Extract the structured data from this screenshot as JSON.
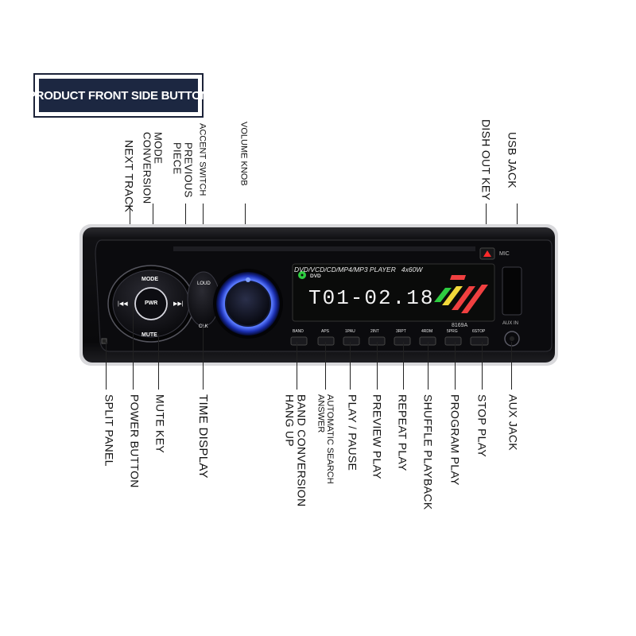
{
  "title": "PRODUCT FRONT SIDE BUTTON",
  "device": {
    "model_banner": "DVD/VCD/CD/MP4/MP3 PLAYER   4x60W",
    "display_logo": "DVD",
    "display_readout": "T01-02.18",
    "model_number": "8169A",
    "buttons": {
      "mode": "MODE",
      "pwr": "PWR",
      "mute": "MUTE",
      "loud": "LOUD",
      "clk": "CLK",
      "prev": "|◀◀",
      "next": "▶▶|",
      "mic": "MIC",
      "aux_in": "AUX IN",
      "band": "BAND",
      "aps": "APS",
      "p1": "1PAU",
      "p2": "2INT",
      "p3": "3RPT",
      "p4": "4RDM",
      "p5": "5PRG",
      "p6": "6STOP"
    }
  },
  "labels_top": {
    "next_track": "NEXT TRACK",
    "mode_conversion": [
      "MODE",
      "CONVERSION"
    ],
    "previous_piece": [
      "PREVIOUS",
      "PIECE"
    ],
    "accent_switch": "ACCENT SWITCH",
    "volume_knob": "VOLUME KNOB",
    "dish_out_key": "DISH OUT KEY",
    "usb_jack": "USB JACK"
  },
  "labels_bottom": {
    "split_panel": "SPLIT PANEL",
    "power_button": "POWER BUTTON",
    "mute_key": "MUTE KEY",
    "time_display": "TIME DISPLAY",
    "band_conversion": [
      "BAND CONVERSION",
      "HANG UP"
    ],
    "automatic_search": [
      "AUTOMATIC SEARCH",
      "ANSWER"
    ],
    "play_pause": "PLAY / PAUSE",
    "preview_play": "PREVIEW PLAY",
    "repeat_play": "REPEAT PLAY",
    "shuffle_playback": "SHUFFLE PLAYBACK",
    "program_play": "PROGRAM PLAY",
    "stop_play": "STOP PLAY",
    "aux_jack": "AUX JACK"
  },
  "colors": {
    "badge_bg": "#1c2741",
    "body": "#0c0c0e",
    "knob_glow": "#3a5bff",
    "display_bg": "#0a0b0a",
    "display_text": "#f2f2f2",
    "button_accent": "#e02020"
  }
}
